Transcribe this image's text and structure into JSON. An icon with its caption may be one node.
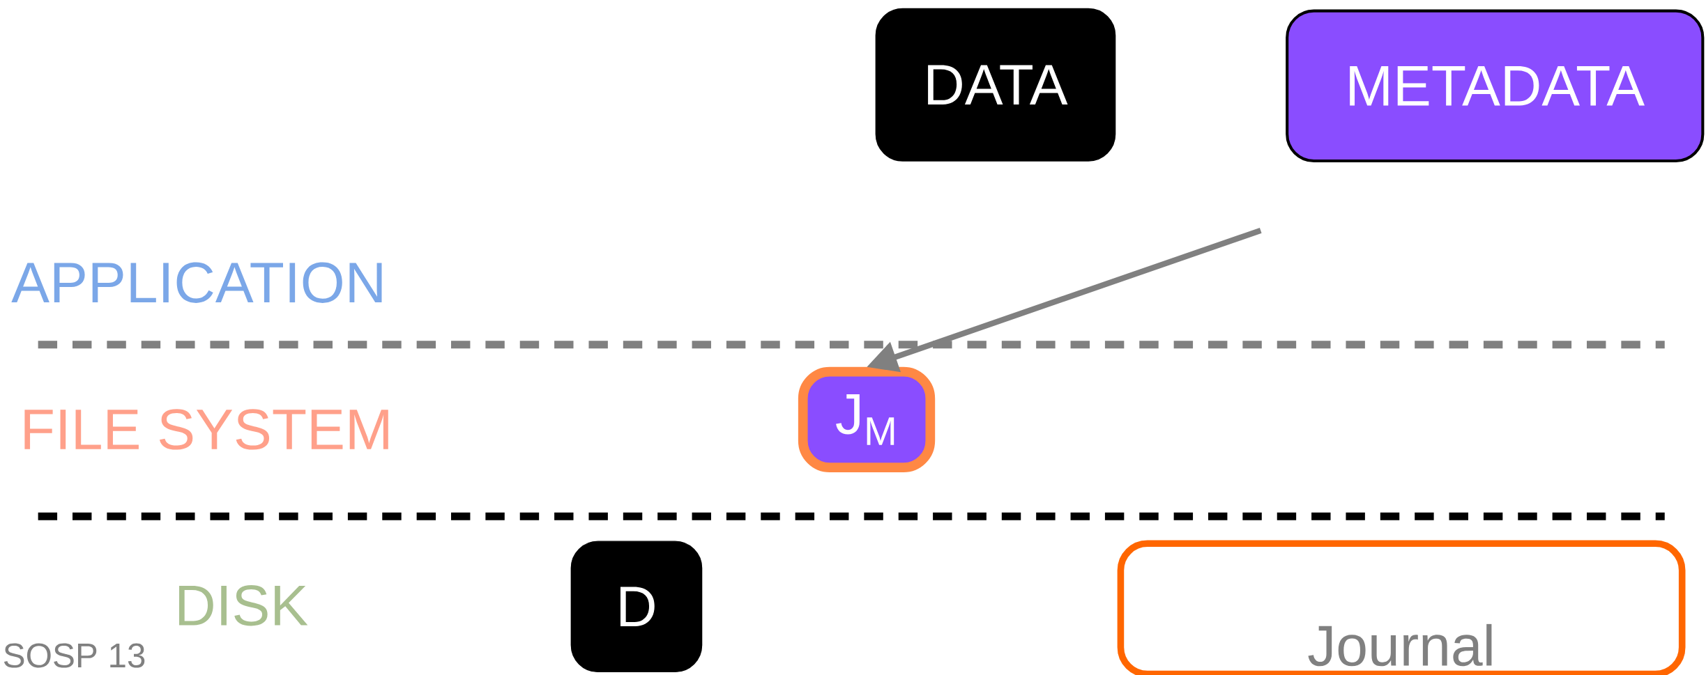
{
  "diagram": {
    "nodes": [
      {
        "text": [
          "DATA"
        ]
      },
      {
        "text": [
          "METADATA"
        ]
      },
      {
        "text": [
          "J$_{M}$"
        ]
      },
      {
        "text": [
          "D"
        ]
      },
      {
        "text": [
          "Journal"
        ]
      }
    ],
    "edges": [
      {
        "from": 1,
        "to": 2,
        "arrow": "to"
      }
    ],
    "labels": [
      "APPLICATION",
      "FILE SYSTEM",
      "DISK",
      "SOSP 13"
    ]
  }
}
